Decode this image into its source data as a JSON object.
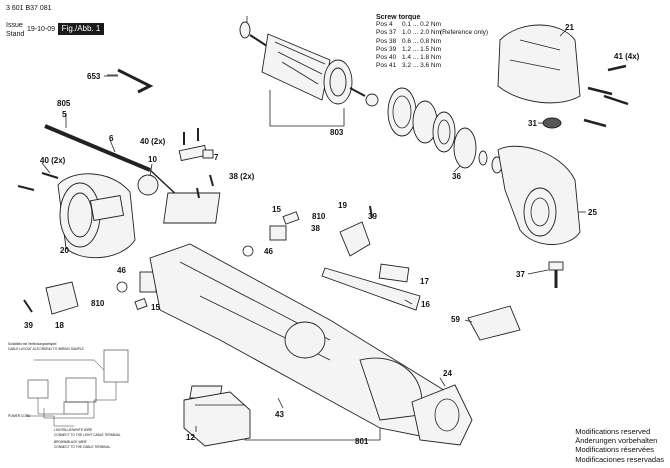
{
  "header": {
    "doc_number": "3 601 B37 081",
    "issue_label": "Issue",
    "stand_label": "Stand",
    "issue_date": "19-10-09",
    "figure_label": "Fig./Abb. 1"
  },
  "torque": {
    "title": "Screw torque",
    "rows": [
      {
        "pos": "Pos 4",
        "value": "0.1 ... 0.2 Nm",
        "note": ""
      },
      {
        "pos": "Pos 37",
        "value": "1.0 ... 2.0 Nm",
        "note": "(Reference only)"
      },
      {
        "pos": "Pos 38",
        "value": "0.6 ... 0.8 Nm",
        "note": ""
      },
      {
        "pos": "Pos 39",
        "value": "1.2 ... 1.5 Nm",
        "note": ""
      },
      {
        "pos": "Pos 40",
        "value": "1.4 ... 1.8 Nm",
        "note": ""
      },
      {
        "pos": "Pos 41",
        "value": "3.2 ... 3.6 Nm",
        "note": ""
      }
    ]
  },
  "labels": {
    "p653": "653",
    "p805": "805",
    "p5": "5",
    "p6": "6",
    "p40a": "40 (2x)",
    "p40b": "40 (2x)",
    "p7": "7",
    "p10": "10",
    "p38a": "38 (2x)",
    "p803": "803",
    "p21": "21",
    "p41": "41 (4x)",
    "p31": "31",
    "p36": "36",
    "p25": "25",
    "p20": "20",
    "p15a": "15",
    "p810a": "810",
    "p38b": "38",
    "p19": "19",
    "p39a": "39",
    "p46a": "46",
    "p46b": "46",
    "p17": "17",
    "p37": "37",
    "p16": "16",
    "p59": "59",
    "p810b": "810",
    "p15b": "15",
    "p39b": "39",
    "p18": "18",
    "p24": "24",
    "p43": "43",
    "p12": "12",
    "p801": "801"
  },
  "wiring": {
    "title": "Schaltbild mit Verbindungsbeispiel",
    "subtitle": "CABLE LAYOUT ACCORDING TO WIRING SAMPLE",
    "power_cord": "POWER CORD",
    "line1": "LIGHTBLUE/WHITE WIRE",
    "line2": "CONNECT TO THE LIGHT CABLE TERMINAL",
    "line3": "BROWN/BLACK WIRE",
    "line4": "CONNECT TO THE CABLE TERMINAL"
  },
  "notes": {
    "en": "Modifications reserved",
    "de": "Änderungen vorbehalten",
    "fr": "Modifications réservées",
    "es": "Modificaciones reservadas"
  }
}
